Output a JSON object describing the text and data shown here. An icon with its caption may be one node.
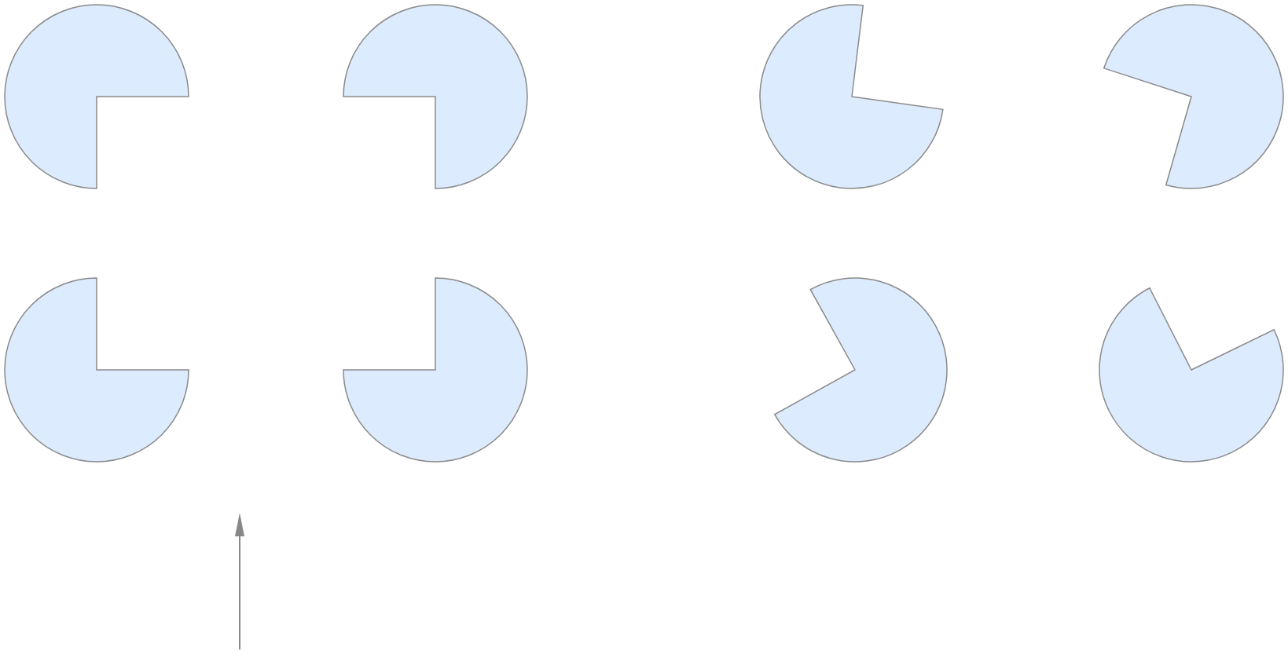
{
  "diagram": {
    "nodes": [
      {
        "text": [],
        "shape": "circle"
      },
      {
        "text": [],
        "shape": "circle"
      },
      {
        "text": [],
        "shape": "circle"
      },
      {
        "text": [],
        "shape": "circle"
      },
      {
        "text": [],
        "shape": "circle"
      },
      {
        "text": [],
        "shape": "circle"
      },
      {
        "text": [],
        "shape": "circle"
      },
      {
        "text": [],
        "shape": "circle"
      }
    ]
  }
}
